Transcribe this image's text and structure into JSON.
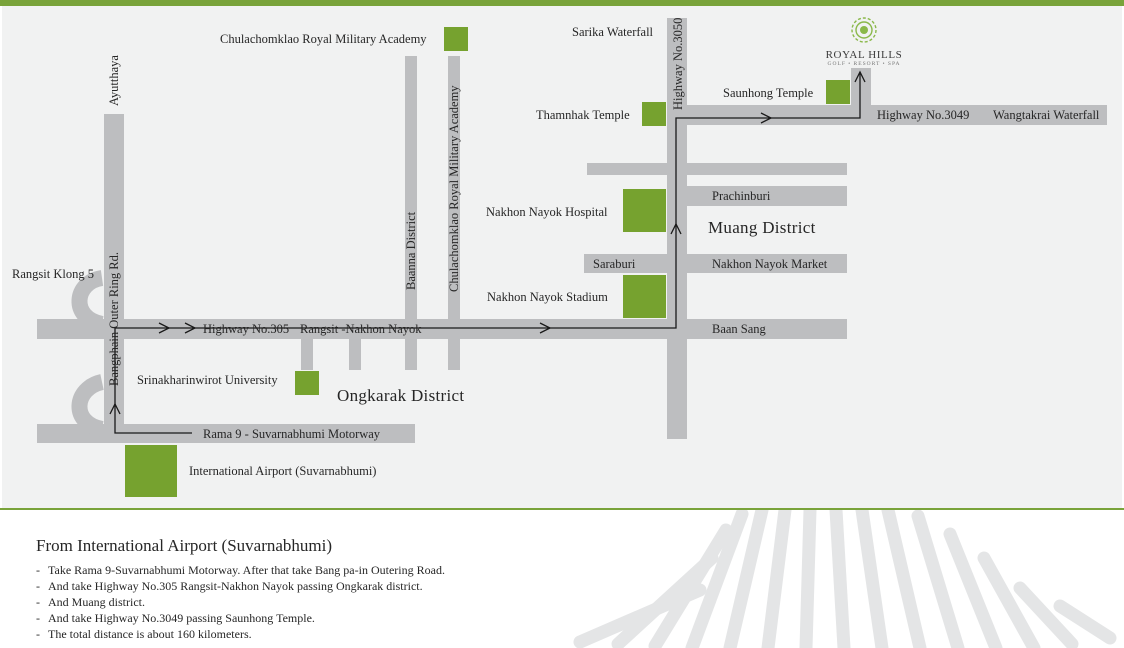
{
  "map": {
    "logo": {
      "name": "ROYAL HILLS",
      "tagline": "GOLF • RESORT • SPA"
    },
    "places": {
      "chulachomklao_academy": "Chulachomklao Royal Military Academy",
      "sarika_waterfall": "Sarika Waterfall",
      "thamnhak_temple": "Thamnhak Temple",
      "saunhong_temple": "Saunhong Temple",
      "wangtakrai_waterfall": "Wangtakrai Waterfall",
      "nakhon_nayok_hospital": "Nakhon Nayok Hospital",
      "nakhon_nayok_stadium": "Nakhon Nayok Stadium",
      "prachinburi": "Prachinburi",
      "saraburi": "Saraburi",
      "nakhon_nayok_market": "Nakhon Nayok  Market",
      "baan_sang": "Baan Sang",
      "rangsit_klong5": "Rangsit Klong 5",
      "srinakharinwirot": "Srinakharinwirot University",
      "international_airport": "International  Airport (Suvarnabhumi)",
      "ayutthaya": "Ayutthaya"
    },
    "roads": {
      "highway_3050": "Highway No.3050",
      "highway_3049": "Highway No.3049",
      "highway_305": "Highway No.305",
      "rangsit_nakhon_nayok": "Rangsit -Nakhon Nayok",
      "bangphain_ring": "Bangphain Outer Ring Rd.",
      "baanna_district": "Baanna District",
      "chulachomklao_road": "Chulachomklao Royal Military Academy",
      "rama9_motorway": "Rama 9 - Suvarnabhumi Motorway"
    },
    "districts": {
      "muang": "Muang District",
      "ongkarak": "Ongkarak  District"
    },
    "colors": {
      "road": "#bdbec0",
      "landmark": "#76a22f",
      "accent": "#79a33a",
      "route": "#1a1a1a"
    }
  },
  "directions": {
    "title": "From International Airport (Suvarnabhumi)",
    "steps": [
      "Take Rama 9-Suvarnabhumi Motorway. After that take Bang pa-in Outering Road.",
      "And take Highway No.305  Rangsit-Nakhon Nayok passing Ongkarak district.",
      "And Muang district.",
      "And take Highway No.3049 passing Saunhong Temple.",
      "The total distance is about 160 kilometers."
    ]
  }
}
